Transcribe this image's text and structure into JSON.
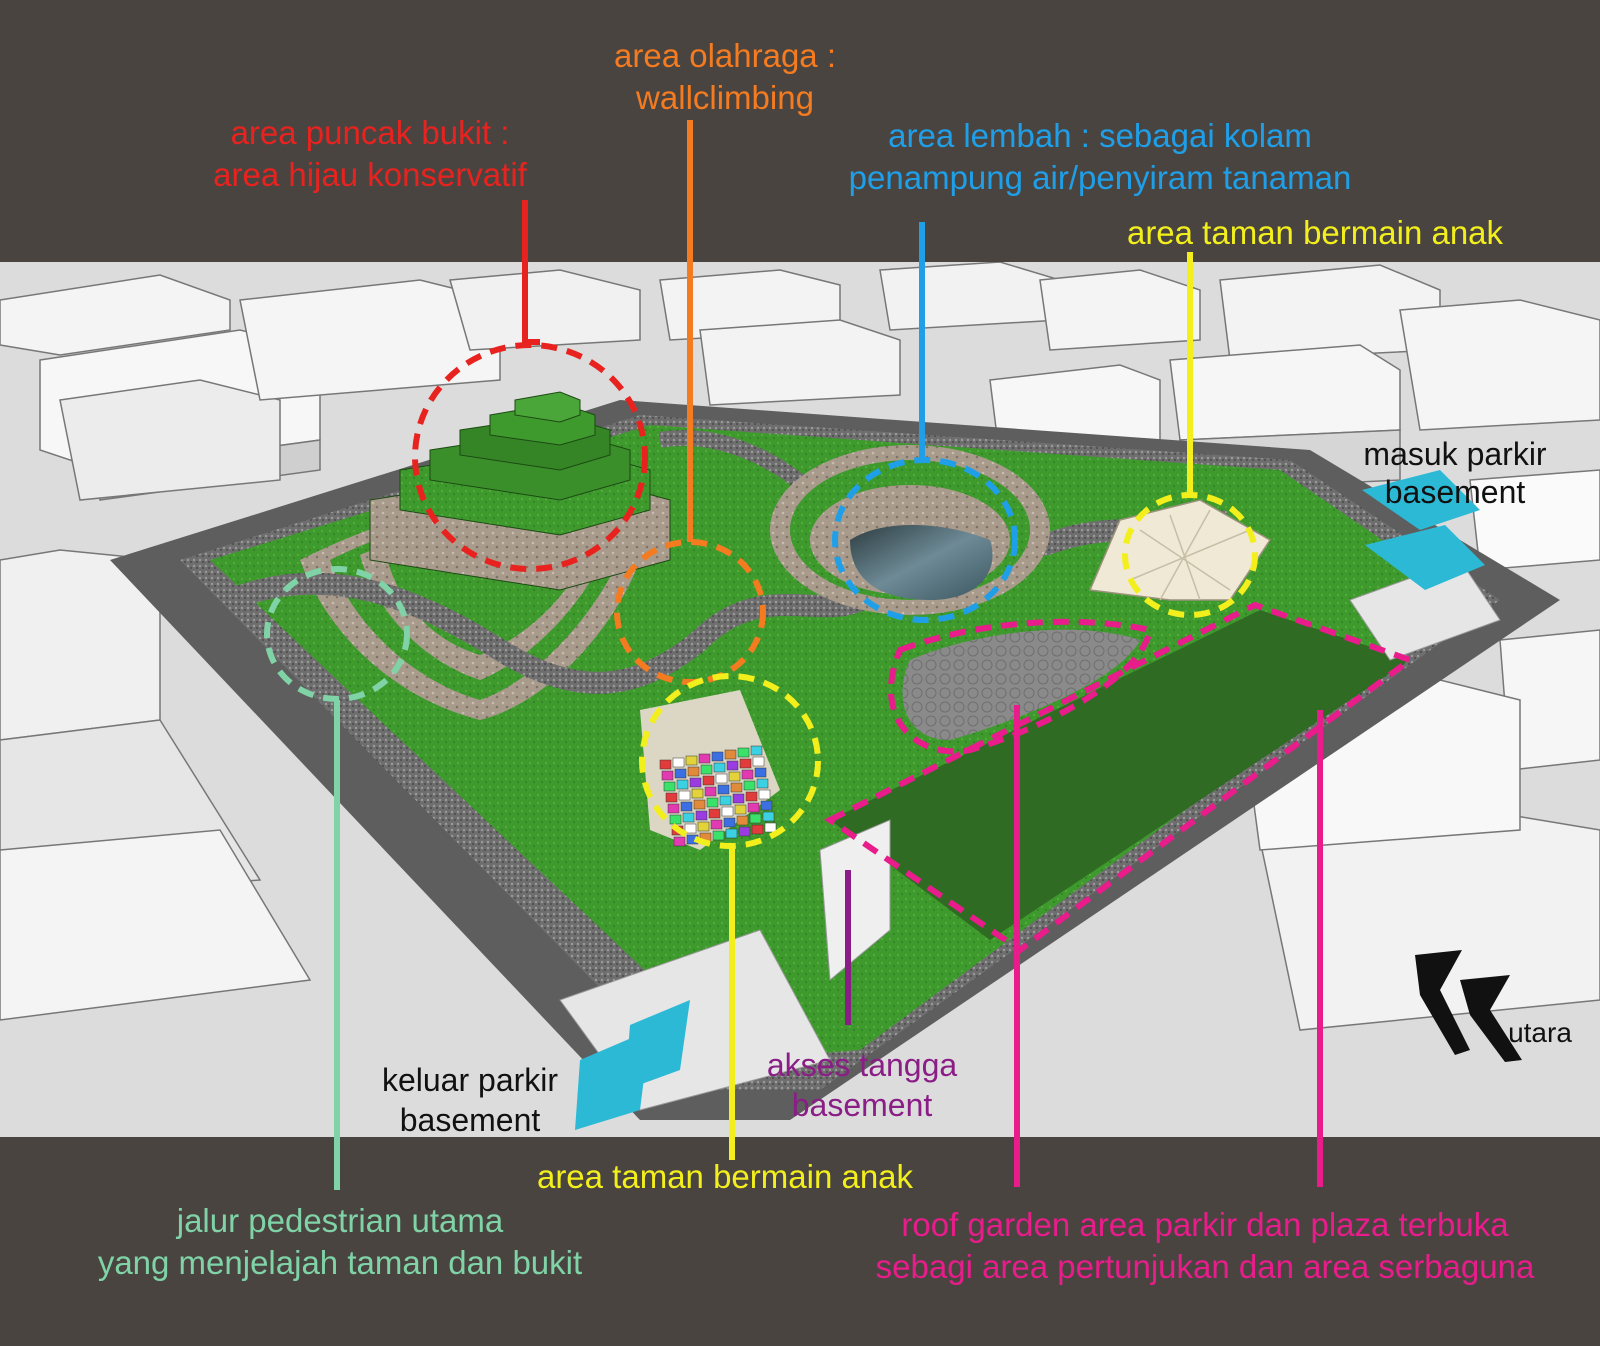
{
  "labels": {
    "puncak_bukit": {
      "line1": "area puncak bukit  :",
      "line2": "area hijau konservatif",
      "color": "#e8231f"
    },
    "olahraga": {
      "line1": "area olahraga :",
      "line2": "wallclimbing",
      "color": "#f47b20"
    },
    "lembah": {
      "line1": "area lembah  : sebagai kolam",
      "line2": "penampung air/penyiram tanaman",
      "color": "#1f9fe8"
    },
    "taman_bermain_top": {
      "line1": "area taman bermain anak",
      "color": "#f2ef1c"
    },
    "masuk_parkir": {
      "line1": "masuk parkir",
      "line2": "basement",
      "color": "#111111"
    },
    "utara": {
      "line1": "utara",
      "color": "#111111"
    },
    "keluar_parkir": {
      "line1": "keluar parkir",
      "line2": "basement",
      "color": "#111111"
    },
    "akses_tangga": {
      "line1": "akses tangga",
      "line2": "basement",
      "color": "#8a1e86"
    },
    "taman_bermain_bottom": {
      "line1": "area taman bermain anak",
      "color": "#f2ef1c"
    },
    "pedestrian": {
      "line1": "jalur pedestrian utama",
      "line2": "yang menjelajah taman dan bukit",
      "color": "#7fd3a6"
    },
    "roof_garden": {
      "line1": "roof garden area parkir dan plaza terbuka",
      "line2": "sebagi area pertunjukan dan area serbaguna",
      "color": "#e81c8a"
    }
  },
  "colors": {
    "background_band": "#4a4441",
    "grass": "#3f9a2e",
    "arrow": "#2cb9d6",
    "building": "#f2f2f2",
    "ground": "#d9d9d9"
  }
}
